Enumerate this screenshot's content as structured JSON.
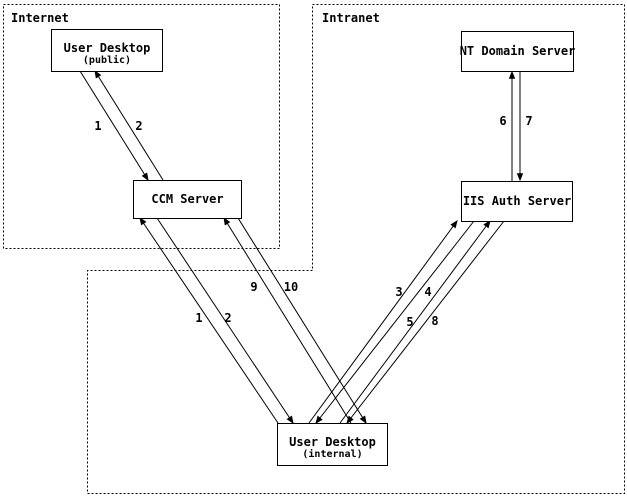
{
  "zones": {
    "internet": "Internet",
    "intranet": "Intranet"
  },
  "nodes": [
    {
      "id": "user-desktop-public",
      "label": "User Desktop",
      "sublabel": "(public)"
    },
    {
      "id": "nt-domain-server",
      "label": "NT Domain Server",
      "sublabel": ""
    },
    {
      "id": "ccm-server",
      "label": "CCM Server",
      "sublabel": ""
    },
    {
      "id": "iis-auth-server",
      "label": "IIS Auth Server",
      "sublabel": ""
    },
    {
      "id": "user-desktop-internal",
      "label": "User Desktop",
      "sublabel": "(internal)"
    }
  ],
  "links": [
    {
      "label": "1",
      "from": "user-desktop-public",
      "to": "ccm-server"
    },
    {
      "label": "2",
      "from": "ccm-server",
      "to": "user-desktop-public"
    },
    {
      "label": "1",
      "from": "user-desktop-internal",
      "to": "ccm-server"
    },
    {
      "label": "2",
      "from": "ccm-server",
      "to": "user-desktop-internal"
    },
    {
      "label": "9",
      "from": "user-desktop-internal",
      "to": "ccm-server"
    },
    {
      "label": "10",
      "from": "ccm-server",
      "to": "user-desktop-internal"
    },
    {
      "label": "3",
      "from": "user-desktop-internal",
      "to": "iis-auth-server"
    },
    {
      "label": "4",
      "from": "iis-auth-server",
      "to": "user-desktop-internal"
    },
    {
      "label": "5",
      "from": "user-desktop-internal",
      "to": "iis-auth-server"
    },
    {
      "label": "8",
      "from": "iis-auth-server",
      "to": "user-desktop-internal"
    },
    {
      "label": "6",
      "from": "iis-auth-server",
      "to": "nt-domain-server"
    },
    {
      "label": "7",
      "from": "nt-domain-server",
      "to": "iis-auth-server"
    }
  ],
  "colors": {
    "line": "#000000",
    "background": "#ffffff"
  }
}
